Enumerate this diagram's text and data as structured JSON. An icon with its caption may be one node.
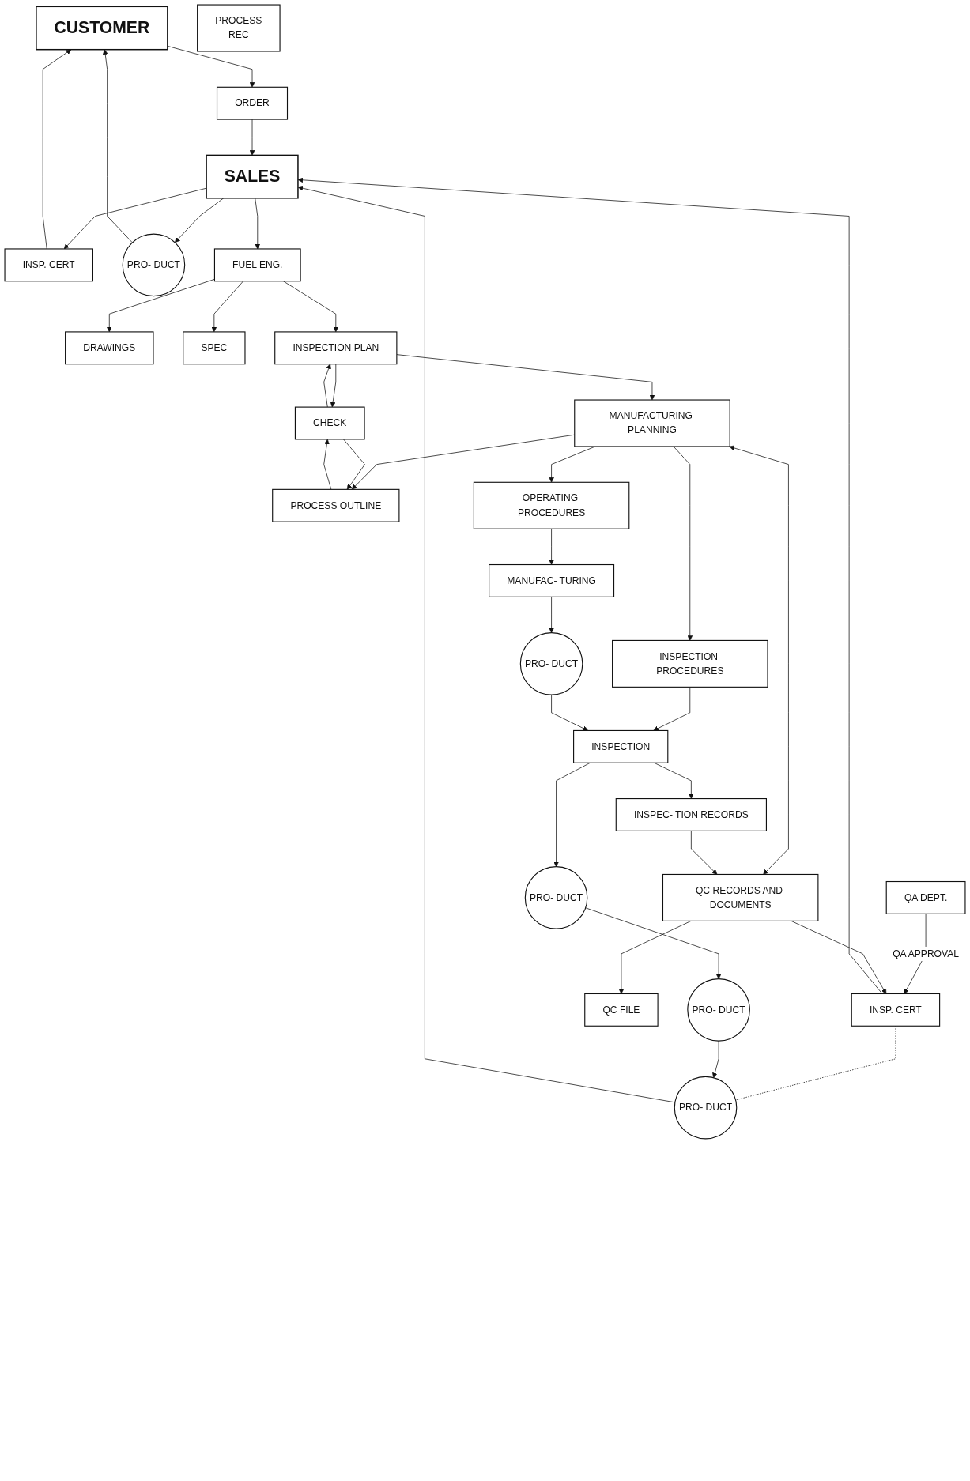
{
  "diagram": {
    "nodes": [
      {
        "text": [
          "CUSTOMER"
        ]
      },
      {
        "text": [
          "ORDER"
        ]
      },
      {
        "text": [
          "INSP. CERT"
        ]
      },
      {
        "text": [
          "PRO- DUCT"
        ]
      },
      {
        "text": [
          "SALES"
        ]
      },
      {
        "text": [
          "FUEL ENG."
        ]
      },
      {
        "text": [
          "QA DEPT."
        ]
      },
      {
        "text": [
          "INSP. CERT"
        ]
      },
      {
        "text": [
          "PRO- DUCT"
        ]
      },
      {
        "text": [
          "DRAWINGS"
        ]
      },
      {
        "text": [
          "SPEC"
        ]
      },
      {
        "text": [
          "INSPECTION PLAN"
        ]
      },
      {
        "text": [
          "CHECK"
        ]
      },
      {
        "text": [
          "MANUFACTURING PLANNING"
        ]
      },
      {
        "text": [
          "QC RECORDS AND DOCUMENTS"
        ]
      },
      {
        "text": [
          "QC FILE"
        ]
      },
      {
        "text": [
          "PROCESS OUTLINE"
        ]
      },
      {
        "text": [
          "OPERATING PROCEDURES"
        ]
      },
      {
        "text": [
          "INSPECTION PROCEDURES"
        ]
      },
      {
        "text": [
          "MANUFAC- TURING"
        ]
      },
      {
        "text": [
          "PRO- DUCT"
        ]
      },
      {
        "text": [
          "INSPECTION"
        ]
      },
      {
        "text": [
          "PROCESS",
          "REC"
        ]
      },
      {
        "text": [
          "INSPEC- TION RECORDS"
        ]
      },
      {
        "text": [
          "PRO- DUCT"
        ]
      },
      {
        "text": [
          "PRO- DUCT"
        ]
      }
    ],
    "edges": [
      {
        "from": 0,
        "to": 1,
        "arrow": "to"
      },
      {
        "from": 1,
        "to": 4,
        "arrow": "to"
      },
      {
        "from": 4,
        "to": 2,
        "arrow": "to"
      },
      {
        "from": 2,
        "to": 0,
        "arrow": "to"
      },
      {
        "from": 4,
        "to": 3,
        "arrow": "to"
      },
      {
        "from": 3,
        "to": 0,
        "arrow": "to"
      },
      {
        "from": 4,
        "to": 5,
        "arrow": "to"
      },
      {
        "from": 6,
        "to": 7,
        "arrow": "to",
        "label": "QA APPROVAL"
      },
      {
        "from": 7,
        "to": 8,
        "arrow": "none",
        "style": "dashed"
      },
      {
        "from": 7,
        "to": 4,
        "arrow": "to"
      },
      {
        "from": 8,
        "to": 4,
        "arrow": "to"
      },
      {
        "from": 5,
        "to": 9,
        "arrow": "to"
      },
      {
        "from": 5,
        "to": 10,
        "arrow": "to"
      },
      {
        "from": 5,
        "to": 11,
        "arrow": "to"
      },
      {
        "from": 11,
        "to": 12,
        "arrow": "to"
      },
      {
        "from": 12,
        "to": 11,
        "arrow": "to"
      },
      {
        "from": 11,
        "to": 13,
        "arrow": "to"
      },
      {
        "from": 13,
        "to": 14,
        "arrow": "both"
      },
      {
        "from": 14,
        "to": 15,
        "arrow": "to"
      },
      {
        "from": 14,
        "to": 7,
        "arrow": "to"
      },
      {
        "from": 13,
        "to": 16,
        "arrow": "to"
      },
      {
        "from": 13,
        "to": 17,
        "arrow": "to"
      },
      {
        "from": 13,
        "to": 18,
        "arrow": "to"
      },
      {
        "from": 12,
        "to": 16,
        "arrow": "to"
      },
      {
        "from": 16,
        "to": 12,
        "arrow": "to"
      },
      {
        "from": 17,
        "to": 19,
        "arrow": "to"
      },
      {
        "from": 18,
        "to": 21,
        "arrow": "to"
      },
      {
        "from": 19,
        "to": 20,
        "arrow": "to"
      },
      {
        "from": 20,
        "to": 21,
        "arrow": "to"
      },
      {
        "from": 21,
        "to": 24,
        "arrow": "to"
      },
      {
        "from": 21,
        "to": 23,
        "arrow": "to"
      },
      {
        "from": 23,
        "to": 14,
        "arrow": "to"
      },
      {
        "from": 24,
        "to": 25,
        "arrow": "to"
      },
      {
        "from": 25,
        "to": 8,
        "arrow": "to"
      }
    ]
  }
}
